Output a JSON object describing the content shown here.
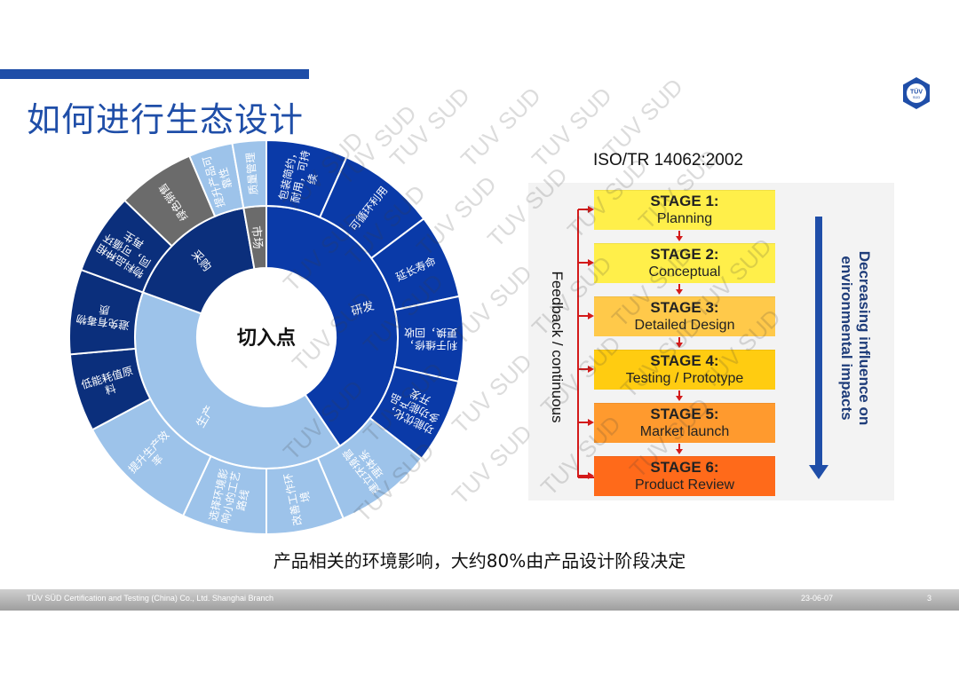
{
  "slide": {
    "title": "如何进行生态设计"
  },
  "logo": {
    "text": "TÜV",
    "subtext": "SÜD"
  },
  "wheel": {
    "center_label": "切入点",
    "inner": [
      {
        "label": "研发",
        "color": "#0a3aa8"
      },
      {
        "label": "生产",
        "color": "#9dc3ea"
      },
      {
        "label": "采购",
        "color": "#0b2f7c"
      },
      {
        "label": "市场",
        "color": "#6b6b6b"
      }
    ],
    "outer": [
      {
        "label": "包装简约，耐用，可持续",
        "color": "#0a3aa8"
      },
      {
        "label": "可循环利用",
        "color": "#0a3aa8"
      },
      {
        "label": "延长寿命",
        "color": "#0a3aa8"
      },
      {
        "label": "利于维修，更换，回收",
        "color": "#0a3aa8"
      },
      {
        "label": "功能优化，多功能产品开发",
        "color": "#0a3aa8"
      },
      {
        "label": "建立环境管理体系",
        "color": "#9dc3ea"
      },
      {
        "label": "改善工作环境",
        "color": "#9dc3ea"
      },
      {
        "label": "选择环境影响小的工艺路线",
        "color": "#9dc3ea"
      },
      {
        "label": "提升生产效率",
        "color": "#9dc3ea"
      },
      {
        "label": "低能耗值原料",
        "color": "#0b2f7c"
      },
      {
        "label": "避免有毒物质",
        "color": "#0b2f7c"
      },
      {
        "label": "物料品种相同，可循环再生",
        "color": "#0b2f7c"
      },
      {
        "label": "绿色销售",
        "color": "#6b6b6b"
      },
      {
        "label": "提升产品可靠性",
        "color": "#9dc3ea"
      },
      {
        "label": "质量管理",
        "color": "#9dc3ea"
      }
    ]
  },
  "iso": {
    "label": "ISO/TR 14062:2002",
    "stages": [
      {
        "title": "STAGE 1:",
        "sub": "Planning",
        "color": "#ffef4a"
      },
      {
        "title": "STAGE 2:",
        "sub": "Conceptual",
        "color": "#ffef4a"
      },
      {
        "title": "STAGE 3:",
        "sub": "Detailed Design",
        "color": "#ffc94a"
      },
      {
        "title": "STAGE 4:",
        "sub": "Testing / Prototype",
        "color": "#ffcc11"
      },
      {
        "title": "STAGE 5:",
        "sub": "Market launch",
        "color": "#ff9a2e"
      },
      {
        "title": "STAGE 6:",
        "sub": "Product Review",
        "color": "#ff6a1a"
      }
    ],
    "feedback": "Feedback / continuous",
    "decreasing_line1": "Decreasing influence on",
    "decreasing_line2": "environmental impacts"
  },
  "caption": "产品相关的环境影响，大约80%由产品设计阶段决定",
  "footer": {
    "company": "TÜV SÜD Certification and Testing (China) Co., Ltd. Shanghai Branch",
    "date": "23-06-07",
    "page": "3"
  },
  "watermark": {
    "text": "TUV SUD"
  }
}
